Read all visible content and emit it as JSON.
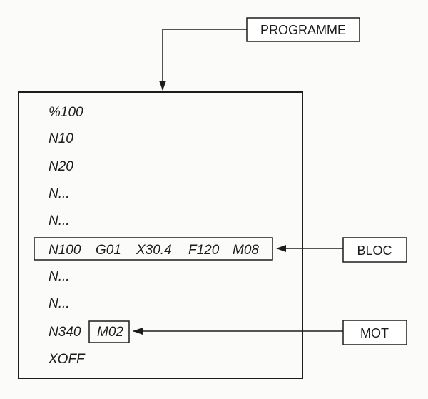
{
  "program_lines": [
    "%100",
    "N10",
    "N20",
    "N...",
    "N...",
    "N...",
    "N...",
    "XOFF"
  ],
  "bloc_line": {
    "words": [
      "N100",
      "G01",
      "X30.4",
      "F120",
      "M08"
    ]
  },
  "mot_line": {
    "prefix": "N340",
    "word": "M02"
  },
  "labels": {
    "programme": "PROGRAMME",
    "bloc": "BLOC",
    "mot": "MOT"
  }
}
